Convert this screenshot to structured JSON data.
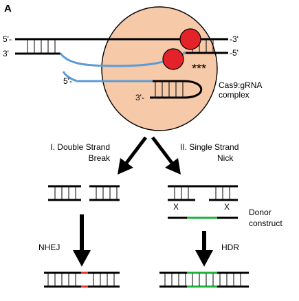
{
  "figure": {
    "panel_label": "A",
    "top": {
      "top_strand_left": "5'-",
      "top_strand_right": "-3'",
      "bottom_strand_left": "3'",
      "bottom_strand_right": "-5'",
      "grna_five_prime": "5'-",
      "grna_three_prime": "3'-",
      "nick_marks": "***",
      "complex_line1": "Cas9:gRNA",
      "complex_line2": "complex"
    },
    "left_path": {
      "title_line1": "I. Double Strand",
      "title_line2": "Break",
      "repair_label": "NHEJ"
    },
    "right_path": {
      "title_line1": "II. Single Strand",
      "title_line2": "Nick",
      "x_mark": "X",
      "donor_line1": "Donor",
      "donor_line2": "construct",
      "repair_label": "HDR"
    },
    "colors": {
      "cas9_fill": "#f6c9a8",
      "nuclease": "#e3222a",
      "grna": "#5b9bd5",
      "strand": "#000000",
      "insertion": "#1db33a",
      "indel": "#e8322f"
    }
  }
}
